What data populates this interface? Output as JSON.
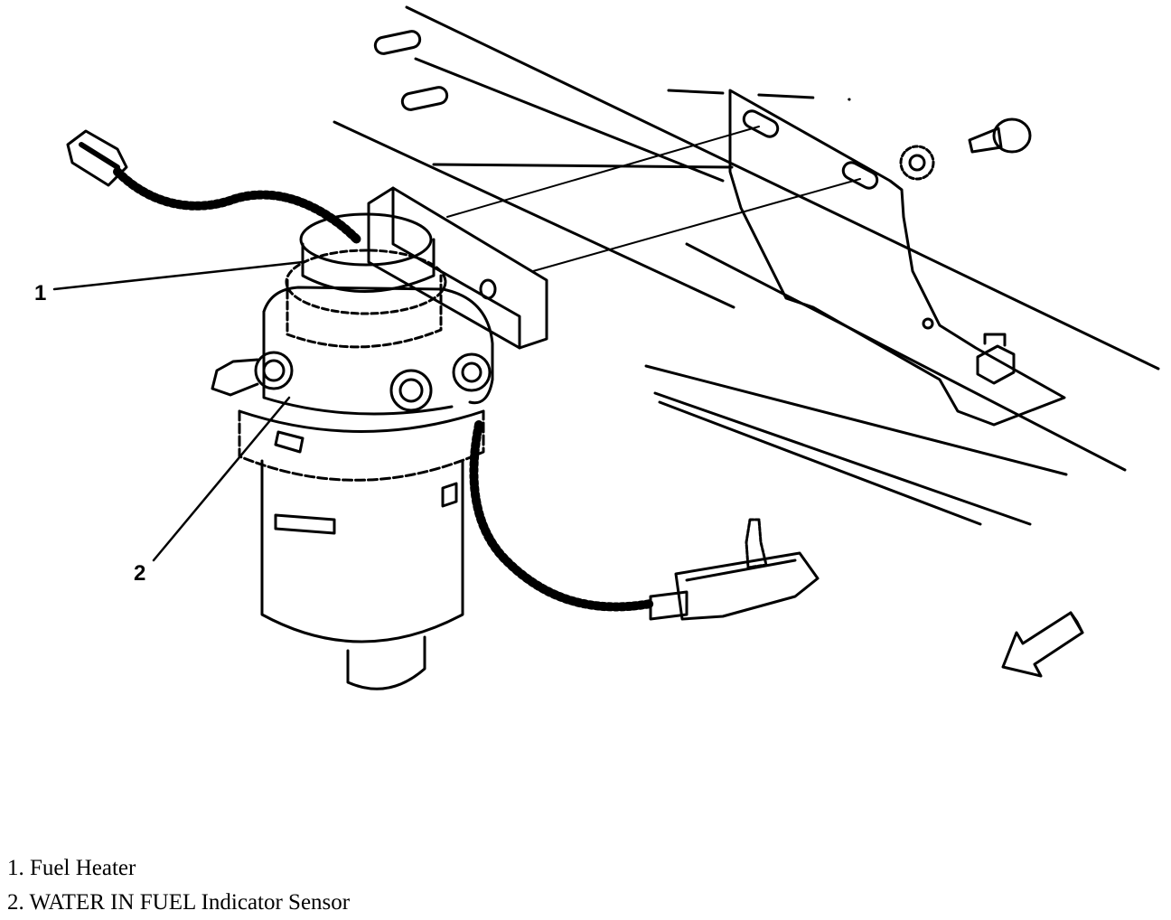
{
  "callouts": [
    {
      "number": "1"
    },
    {
      "number": "2"
    }
  ],
  "legend": [
    {
      "label": "1. Fuel Heater"
    },
    {
      "label": "2. WATER IN FUEL Indicator Sensor"
    }
  ],
  "direction_arrow": {
    "icon": "front-direction-arrow-icon"
  },
  "colors": {
    "ink": "#000000",
    "paper": "#ffffff"
  }
}
